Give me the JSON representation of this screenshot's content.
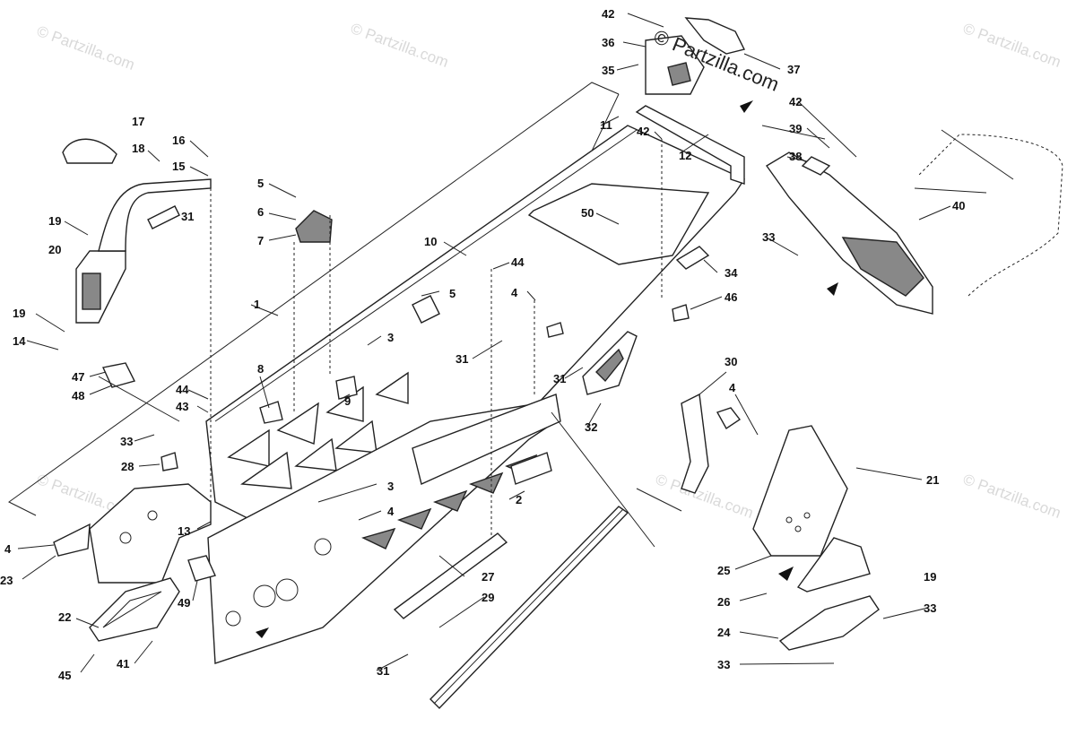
{
  "watermarks": {
    "text": "© Partzilla.com",
    "main": "© Partzilla.com"
  },
  "callouts": [
    {
      "id": "c1",
      "label": "1"
    },
    {
      "id": "c2",
      "label": "2"
    },
    {
      "id": "c3a",
      "label": "3"
    },
    {
      "id": "c3b",
      "label": "3"
    },
    {
      "id": "c4a",
      "label": "4"
    },
    {
      "id": "c4b",
      "label": "4"
    },
    {
      "id": "c4c",
      "label": "4"
    },
    {
      "id": "c4d",
      "label": "4"
    },
    {
      "id": "c5a",
      "label": "5"
    },
    {
      "id": "c5b",
      "label": "5"
    },
    {
      "id": "c6",
      "label": "6"
    },
    {
      "id": "c7",
      "label": "7"
    },
    {
      "id": "c8",
      "label": "8"
    },
    {
      "id": "c9",
      "label": "9"
    },
    {
      "id": "c10",
      "label": "10"
    },
    {
      "id": "c11",
      "label": "11"
    },
    {
      "id": "c12",
      "label": "12"
    },
    {
      "id": "c13",
      "label": "13"
    },
    {
      "id": "c14",
      "label": "14"
    },
    {
      "id": "c15",
      "label": "15"
    },
    {
      "id": "c16",
      "label": "16"
    },
    {
      "id": "c17",
      "label": "17"
    },
    {
      "id": "c18",
      "label": "18"
    },
    {
      "id": "c19a",
      "label": "19"
    },
    {
      "id": "c19b",
      "label": "19"
    },
    {
      "id": "c19c",
      "label": "19"
    },
    {
      "id": "c20",
      "label": "20"
    },
    {
      "id": "c21",
      "label": "21"
    },
    {
      "id": "c22",
      "label": "22"
    },
    {
      "id": "c23",
      "label": "23"
    },
    {
      "id": "c24",
      "label": "24"
    },
    {
      "id": "c25",
      "label": "25"
    },
    {
      "id": "c26",
      "label": "26"
    },
    {
      "id": "c27",
      "label": "27"
    },
    {
      "id": "c28",
      "label": "28"
    },
    {
      "id": "c29",
      "label": "29"
    },
    {
      "id": "c30",
      "label": "30"
    },
    {
      "id": "c31a",
      "label": "31"
    },
    {
      "id": "c31b",
      "label": "31"
    },
    {
      "id": "c31c",
      "label": "31"
    },
    {
      "id": "c31d",
      "label": "31"
    },
    {
      "id": "c32",
      "label": "32"
    },
    {
      "id": "c33a",
      "label": "33"
    },
    {
      "id": "c33b",
      "label": "33"
    },
    {
      "id": "c33c",
      "label": "33"
    },
    {
      "id": "c33d",
      "label": "33"
    },
    {
      "id": "c34",
      "label": "34"
    },
    {
      "id": "c35",
      "label": "35"
    },
    {
      "id": "c36",
      "label": "36"
    },
    {
      "id": "c37",
      "label": "37"
    },
    {
      "id": "c38",
      "label": "38"
    },
    {
      "id": "c39",
      "label": "39"
    },
    {
      "id": "c40",
      "label": "40"
    },
    {
      "id": "c41",
      "label": "41"
    },
    {
      "id": "c42a",
      "label": "42"
    },
    {
      "id": "c42b",
      "label": "42"
    },
    {
      "id": "c42c",
      "label": "42"
    },
    {
      "id": "c43",
      "label": "43"
    },
    {
      "id": "c44a",
      "label": "44"
    },
    {
      "id": "c44b",
      "label": "44"
    },
    {
      "id": "c45",
      "label": "45"
    },
    {
      "id": "c46",
      "label": "46"
    },
    {
      "id": "c47",
      "label": "47"
    },
    {
      "id": "c48",
      "label": "48"
    },
    {
      "id": "c49",
      "label": "49"
    },
    {
      "id": "c50",
      "label": "50"
    }
  ]
}
